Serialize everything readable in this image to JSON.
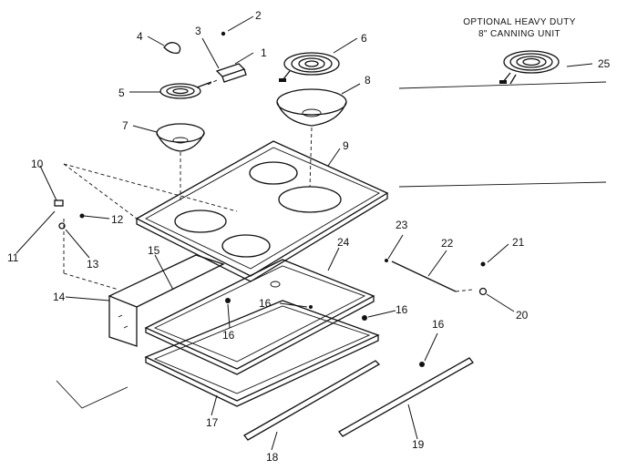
{
  "caption": {
    "line1": "OPTIONAL HEAVY DUTY",
    "line2": "8\" CANNING UNIT"
  },
  "labels": {
    "p1": "1",
    "p2": "2",
    "p3": "3",
    "p4": "4",
    "p5": "5",
    "p6": "6",
    "p7": "7",
    "p8": "8",
    "p9": "9",
    "p10": "10",
    "p11": "11",
    "p12": "12",
    "p13": "13",
    "p14": "14",
    "p15": "15",
    "p16a": "16",
    "p16b": "16",
    "p16c": "16",
    "p16d": "16",
    "p17": "17",
    "p18": "18",
    "p19": "19",
    "p20": "20",
    "p21": "21",
    "p22": "22",
    "p23": "23",
    "p24": "24",
    "p25": "25"
  }
}
